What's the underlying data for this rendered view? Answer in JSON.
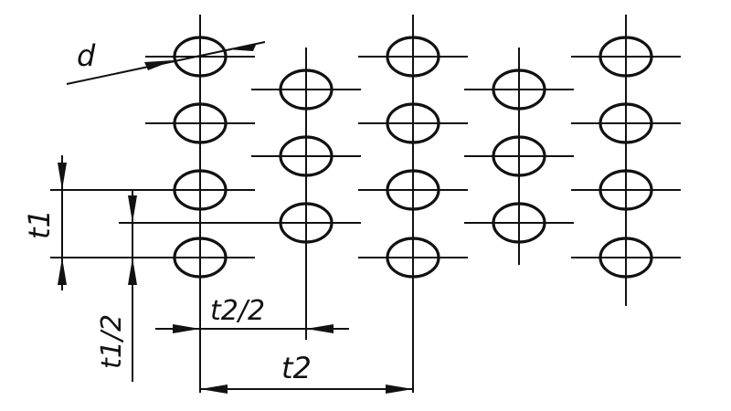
{
  "diagram": {
    "labels": {
      "diameter": "d",
      "row_pitch": "t1",
      "half_row_pitch": "t1/2",
      "half_column_pitch": "t2/2",
      "column_pitch": "t2"
    },
    "pattern": {
      "columns": [
        {
          "holes": 4,
          "staggered": false
        },
        {
          "holes": 3,
          "staggered": true
        },
        {
          "holes": 4,
          "staggered": false
        },
        {
          "holes": 3,
          "staggered": true
        },
        {
          "holes": 4,
          "staggered": false
        }
      ]
    }
  }
}
